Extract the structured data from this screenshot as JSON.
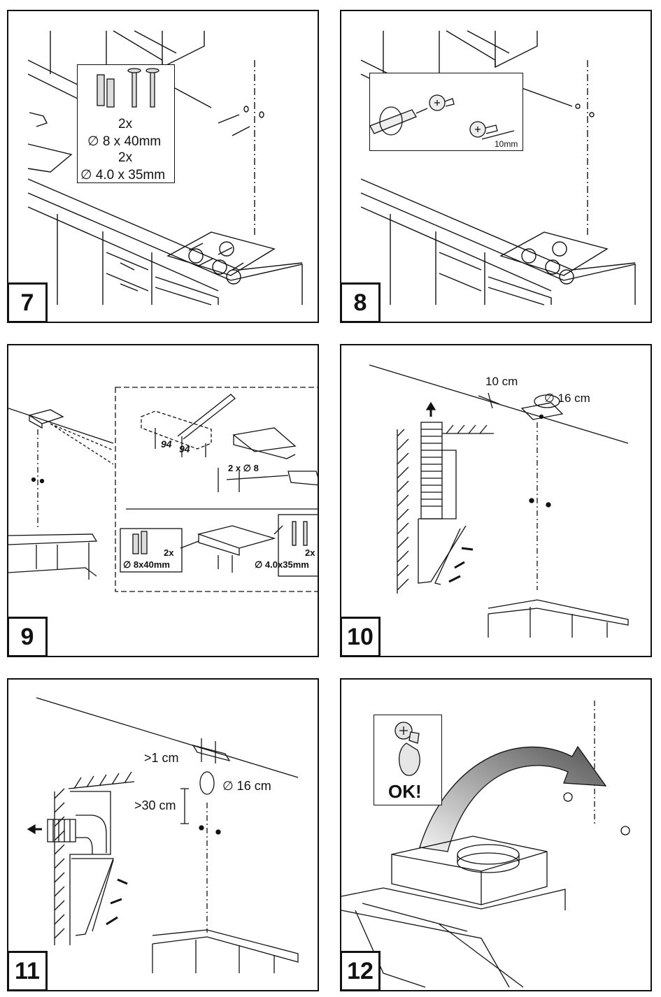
{
  "panels": [
    {
      "step": "7",
      "inset": {
        "count_1": "2x",
        "size_1": "∅ 8 x 40mm",
        "count_2": "2x",
        "size_2": "∅ 4.0 x 35mm"
      }
    },
    {
      "step": "8",
      "inset": {
        "depth": "10mm"
      }
    },
    {
      "step": "9",
      "spacing_1": "94",
      "spacing_2": "94",
      "drill": "2 x ∅ 8",
      "plug_count": "2x",
      "plug_size": "∅ 8x40mm",
      "screw_count": "2x",
      "screw_size": "∅ 4.0x35mm"
    },
    {
      "step": "10",
      "offset": "10 cm",
      "duct": "∅ 16 cm"
    },
    {
      "step": "11",
      "min_top": ">1 cm",
      "duct": "∅ 16 cm",
      "min_gap": ">30 cm"
    },
    {
      "step": "12",
      "ok_label": "OK!"
    }
  ]
}
